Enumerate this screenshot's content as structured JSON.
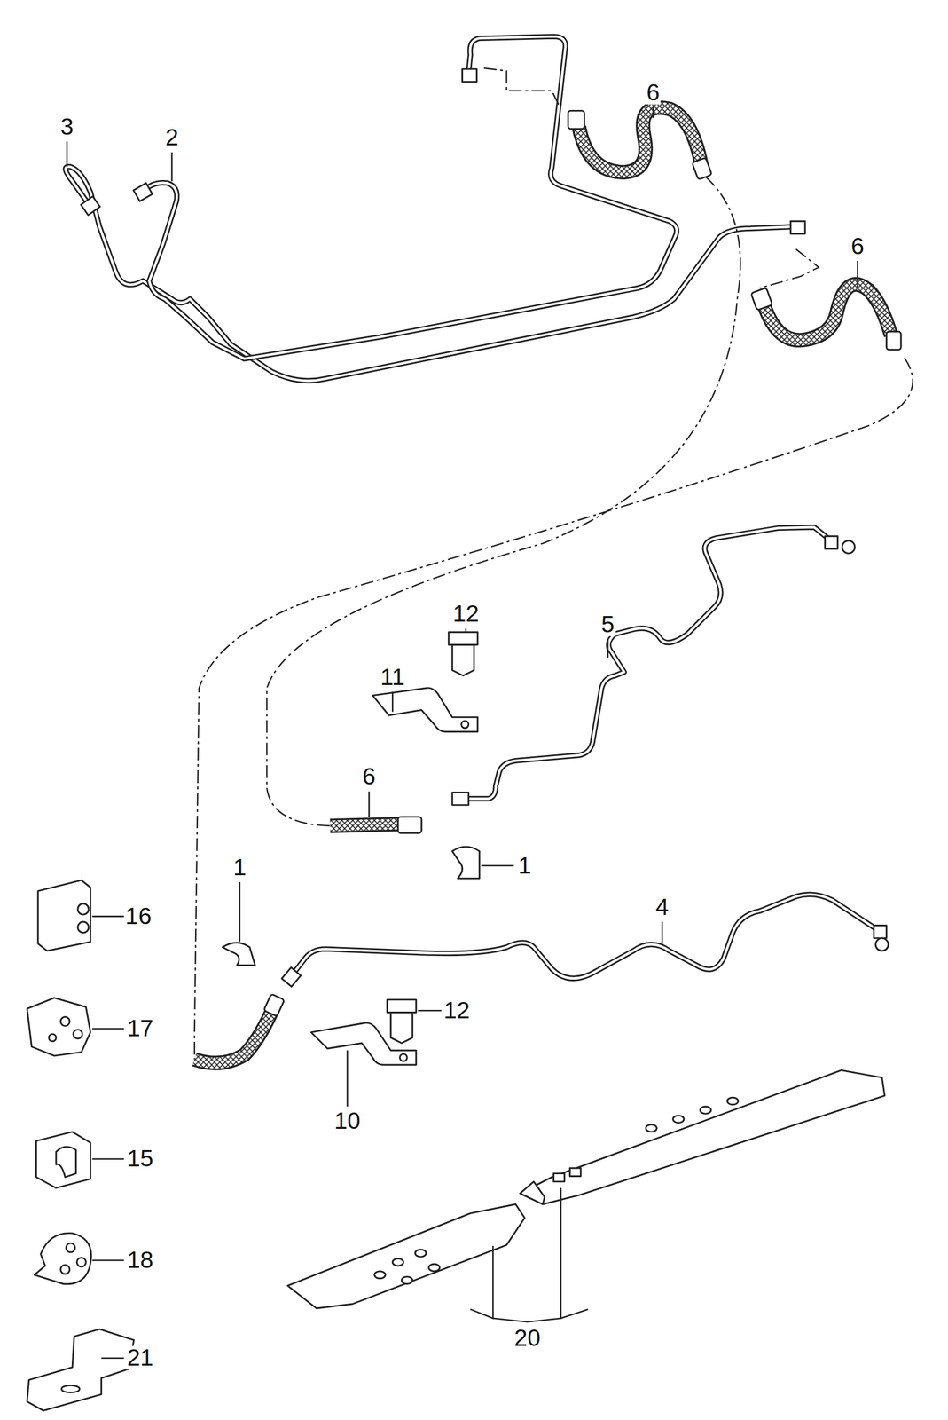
{
  "diagram": {
    "labels": [
      "3",
      "2",
      "6",
      "6",
      "12",
      "11",
      "5",
      "6",
      "1",
      "16",
      "1",
      "4",
      "17",
      "12",
      "10",
      "15",
      "18",
      "20",
      "21"
    ]
  }
}
